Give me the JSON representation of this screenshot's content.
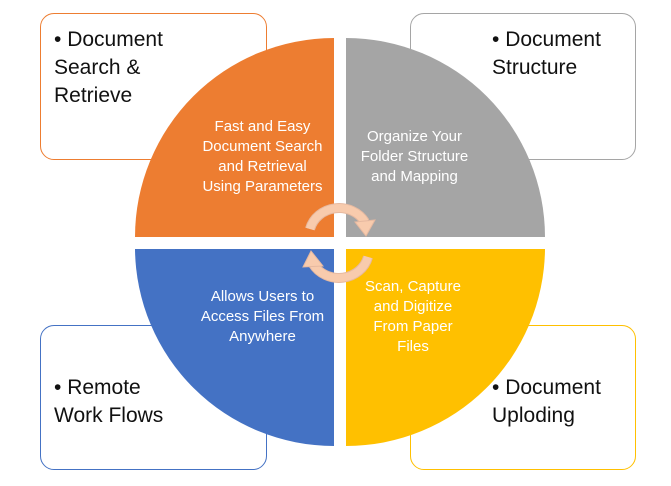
{
  "corners": [
    {
      "bullet": "•",
      "label": "Document Search & Retrieve",
      "color": "#ED7D31"
    },
    {
      "bullet": "•",
      "label": "Document Structure",
      "color": "#A5A5A5"
    },
    {
      "bullet": "•",
      "label": "Remote Work Flows",
      "color": "#4472C4"
    },
    {
      "bullet": "•",
      "label": "Document Uploding",
      "color": "#FFC000"
    }
  ],
  "quadrants": [
    {
      "text": "Fast and Easy Document Search and Retrieval Using Parameters",
      "color": "#ED7D31"
    },
    {
      "text": "Organize Your Folder Structure and Mapping",
      "color": "#A5A5A5"
    },
    {
      "text": "Allows Users to Access Files From Anywhere",
      "color": "#4472C4"
    },
    {
      "text": "Scan, Capture and Digitize From Paper Files",
      "color": "#FFC000"
    }
  ],
  "arrow_color": "#F8CBAD"
}
